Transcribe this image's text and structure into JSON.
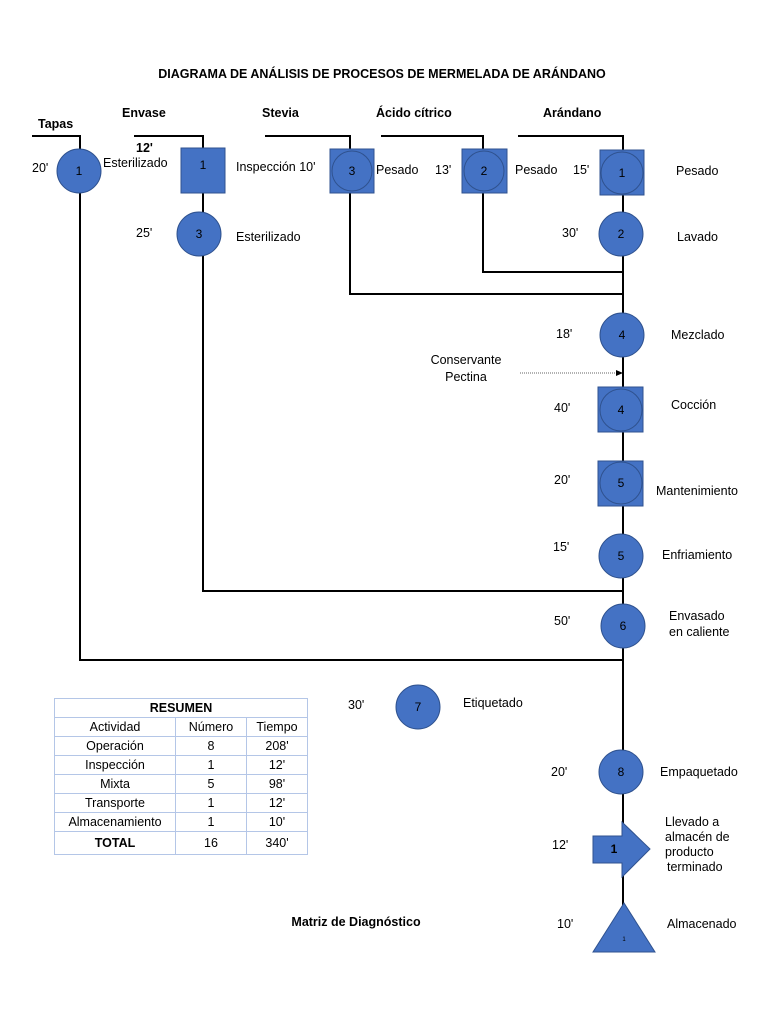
{
  "title": "DIAGRAMA DE ANÁLISIS DE PROCESOS DE MERMELADA DE ARÁNDANO",
  "columns": {
    "tapas": "Tapas",
    "envase": "Envase",
    "stevia": "Stevia",
    "acido": "Ácido cítrico",
    "arandano": "Arándano"
  },
  "nodes": {
    "tapas_op": {
      "num": "1",
      "time": "20'"
    },
    "envase_insp": {
      "num": "1",
      "time": "12'",
      "label": "Esterilizado"
    },
    "envase_op": {
      "num": "3",
      "time": "25'",
      "label": "Esterilizado"
    },
    "stevia": {
      "num": "3",
      "time": "Inspección 10'",
      "label": "Pesado"
    },
    "acido": {
      "num": "2",
      "time": "13'",
      "label": "Pesado"
    },
    "arandano_pesado": {
      "num": "1",
      "time": "15'",
      "label": "Pesado"
    },
    "lavado": {
      "num": "2",
      "time": "30'",
      "label": "Lavado"
    },
    "mezclado": {
      "num": "4",
      "time": "18'",
      "label": "Mezclado"
    },
    "conservante": {
      "line1": "Conservante",
      "line2": "Pectina"
    },
    "coccion": {
      "num": "4",
      "time": "40'",
      "label": "Cocción"
    },
    "mantenimiento": {
      "num": "5",
      "time": "20'",
      "label": "Mantenimiento"
    },
    "enfriamiento": {
      "num": "5",
      "time": "15'",
      "label": "Enfriamiento"
    },
    "envasado": {
      "num": "6",
      "time": "50'",
      "label1": "Envasado",
      "label2": "en caliente"
    },
    "etiquetado": {
      "num": "7",
      "time": "30'",
      "label": "Etiquetado"
    },
    "empaquetado": {
      "num": "8",
      "time": "20'",
      "label": "Empaquetado"
    },
    "llevado": {
      "num": "1",
      "time": "12'",
      "label1": "Llevado a",
      "label2": "almacén de",
      "label3": "producto",
      "label4": "terminado"
    },
    "almacenado": {
      "num": "1",
      "time": "10'",
      "label": "Almacenado"
    }
  },
  "summary": {
    "title": "RESUMEN",
    "headers": {
      "activity": "Actividad",
      "number": "Número",
      "time": "Tiempo"
    },
    "rows": [
      {
        "activity": "Operación",
        "number": "8",
        "time": "208'"
      },
      {
        "activity": "Inspección",
        "number": "1",
        "time": "12'"
      },
      {
        "activity": "Mixta",
        "number": "5",
        "time": "98'"
      },
      {
        "activity": "Transporte",
        "number": "1",
        "time": "12'"
      },
      {
        "activity": "Almacenamiento",
        "number": "1",
        "time": "10'"
      }
    ],
    "total": {
      "label": "TOTAL",
      "number": "16",
      "time": "340'"
    }
  },
  "footer": "Matriz de Diagnóstico",
  "colors": {
    "shape_fill": "#4472c4",
    "shape_stroke": "#2f528f",
    "table_border": "#b4c6e7"
  }
}
